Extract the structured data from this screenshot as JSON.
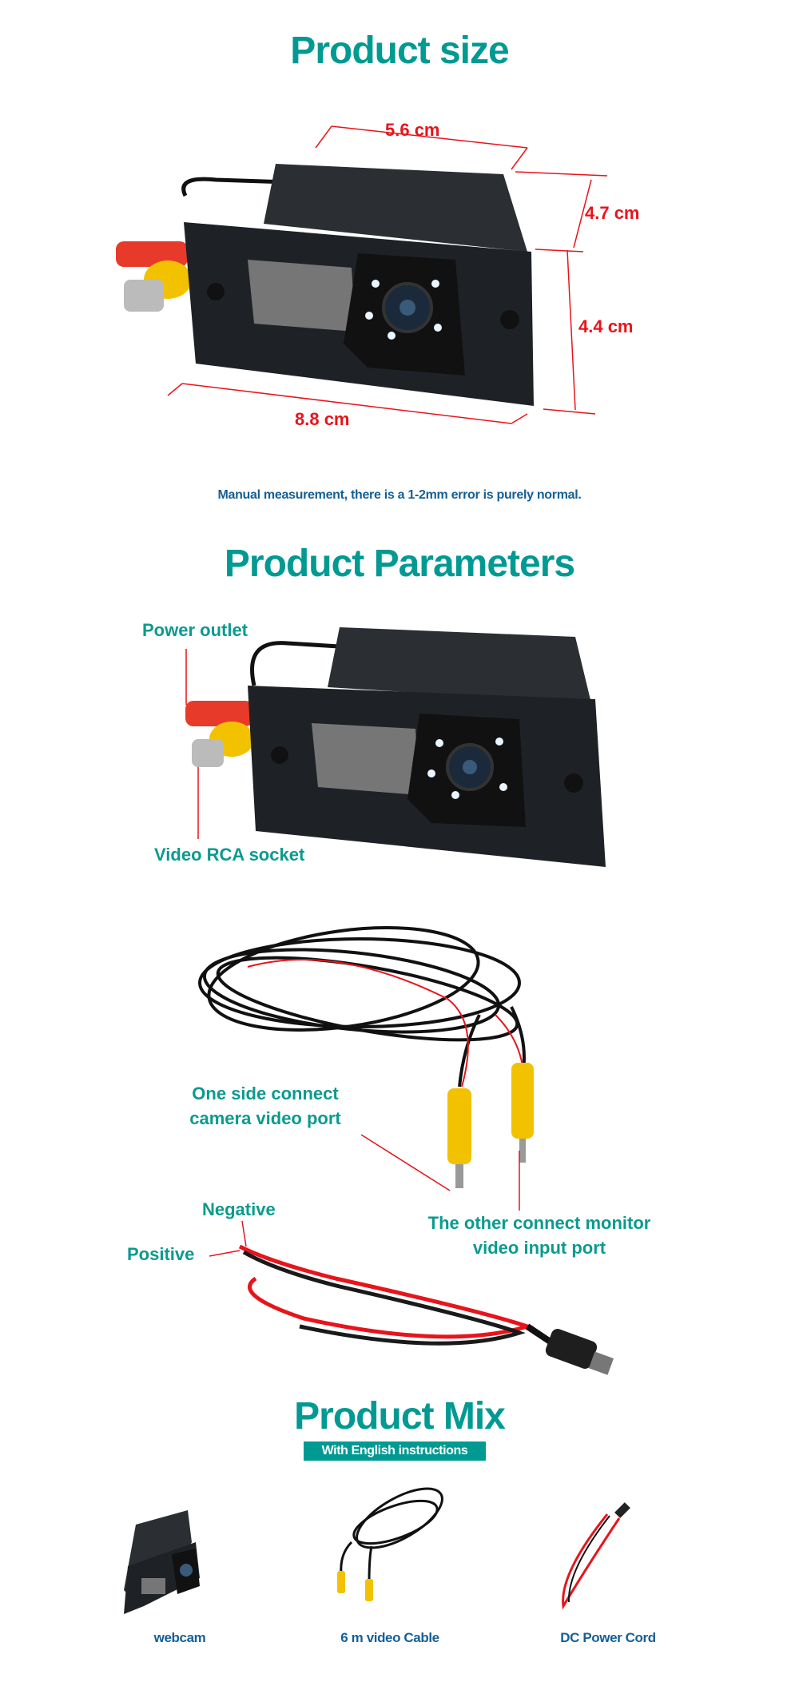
{
  "size_section": {
    "title": "Product size",
    "dimensions": {
      "top_width": "5.6 cm",
      "depth": "4.7 cm",
      "height": "4.4 cm",
      "bottom_width": "8.8 cm"
    },
    "note": "Manual measurement, there is a 1-2mm error is purely normal."
  },
  "params_section": {
    "title": "Product Parameters",
    "power_outlet": "Power outlet",
    "video_rca": "Video RCA socket",
    "one_side_1": "One side connect",
    "one_side_2": "camera video port",
    "other_side_1": "The other connect monitor",
    "other_side_2": "video input port",
    "negative": "Negative",
    "positive": "Positive"
  },
  "mix_section": {
    "title": "Product Mix",
    "badge": "With English instructions",
    "items": [
      {
        "label": "webcam"
      },
      {
        "label": "6 m video Cable"
      },
      {
        "label": "DC Power Cord"
      }
    ]
  },
  "colors": {
    "teal": "#009a93",
    "red": "#e8141b",
    "blue": "#155f96"
  }
}
